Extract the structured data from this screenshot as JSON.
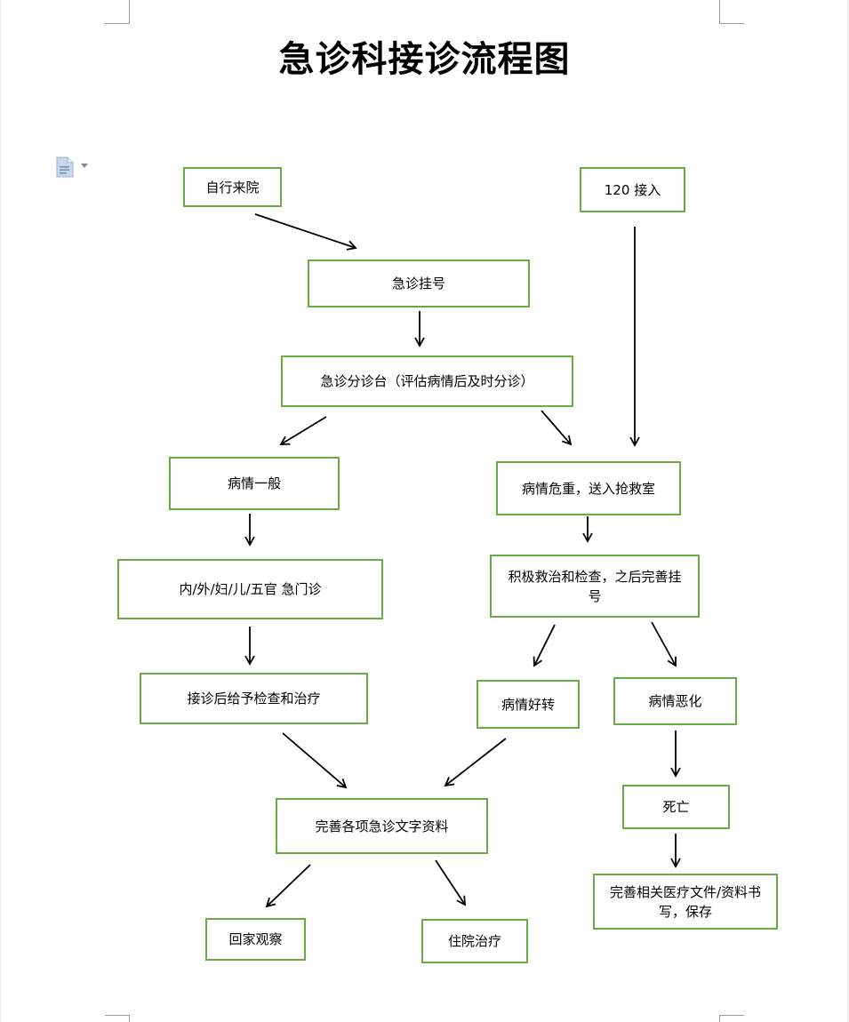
{
  "title": "急诊科接诊流程图",
  "nodes": {
    "self_arrival": "自行来院",
    "ambulance_120": "120 接入",
    "registration": "急诊挂号",
    "triage": "急诊分诊台（评估病情后及时分诊）",
    "condition_general": "病情一般",
    "condition_critical": "病情危重，送入抢救室",
    "outpatient_departments": "内/外/妇/儿/五官  急门诊",
    "active_rescue": "积极救治和检查，之后完善挂号",
    "exam_and_treatment": "接诊后给予检查和治疗",
    "condition_improved": "病情好转",
    "condition_worsened": "病情恶化",
    "complete_records": "完善各项急诊文字资料",
    "death": "死亡",
    "complete_death_docs": "完善相关医疗文件/资料书写，保存",
    "home_observation": "回家观察",
    "hospitalization": "住院治疗"
  },
  "colors": {
    "box_border": "#6aab45",
    "arrow": "#000000"
  },
  "icons": {
    "document": "document-icon",
    "dropdown": "chevron-down-icon"
  }
}
